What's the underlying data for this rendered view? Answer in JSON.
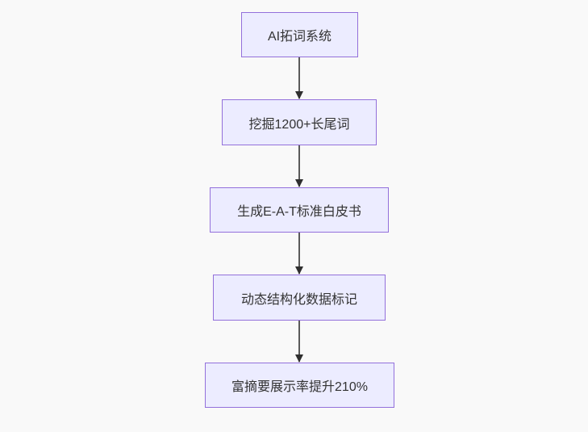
{
  "diagram": {
    "type": "flowchart",
    "direction": "top-down",
    "colors": {
      "background": "#f9f9f9",
      "node_fill": "#ECECFF",
      "node_border": "#9370DB",
      "text_color": "#333333",
      "edge_line": "#5a5a5a",
      "edge_head": "#2f2f2f"
    },
    "nodes": [
      {
        "id": "A",
        "label": "AI拓词系统"
      },
      {
        "id": "B",
        "label": "挖掘1200+长尾词"
      },
      {
        "id": "C",
        "label": "生成E-A-T标准白皮书"
      },
      {
        "id": "D",
        "label": "动态结构化数据标记"
      },
      {
        "id": "E",
        "label": "富摘要展示率提升210%"
      }
    ],
    "edges": [
      {
        "from": "A",
        "to": "B"
      },
      {
        "from": "B",
        "to": "C"
      },
      {
        "from": "C",
        "to": "D"
      },
      {
        "from": "D",
        "to": "E"
      }
    ]
  }
}
